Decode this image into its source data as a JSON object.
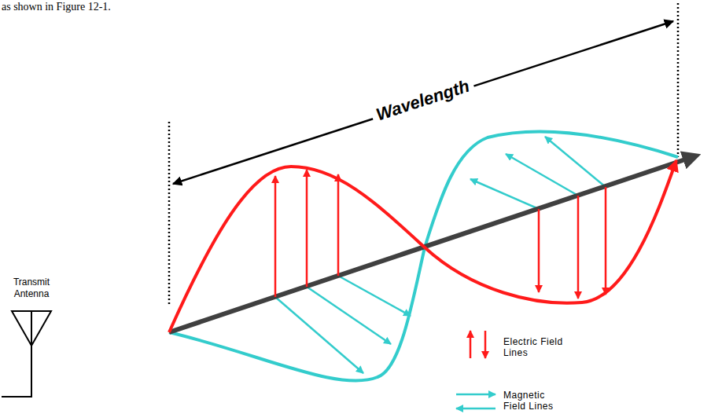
{
  "diagram": {
    "labels": [
      "as shown in Figure 12-1.",
      "Wavelength",
      "Transmit Antenna"
    ],
    "legend": [
      {
        "text": "Electric Field Lines"
      },
      {
        "text": "Magnetic Field Lines"
      }
    ]
  }
}
